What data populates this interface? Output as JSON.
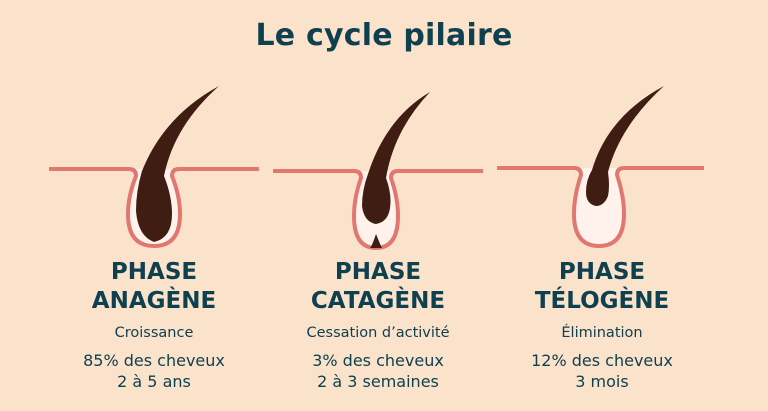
{
  "title": "Le cycle pilaire",
  "colors": {
    "background": "#fbe3cb",
    "text": "#0f4050",
    "skin_outline": "#e07870",
    "follicle_fill": "#fff2ec",
    "hair": "#3f1d12"
  },
  "phases": [
    {
      "name_line1": "PHASE",
      "name_line2": "ANAGÈNE",
      "description": "Croissance",
      "percentage": "85% des cheveux",
      "duration": "2 à 5 ans"
    },
    {
      "name_line1": "PHASE",
      "name_line2": "CATAGÈNE",
      "description": "Cessation d’activité",
      "percentage": "3% des cheveux",
      "duration": "2 à 3 semaines"
    },
    {
      "name_line1": "PHASE",
      "name_line2": "TÉLOGÈNE",
      "description": "Élimination",
      "percentage": "12% des cheveux",
      "duration": "3 mois"
    }
  ]
}
